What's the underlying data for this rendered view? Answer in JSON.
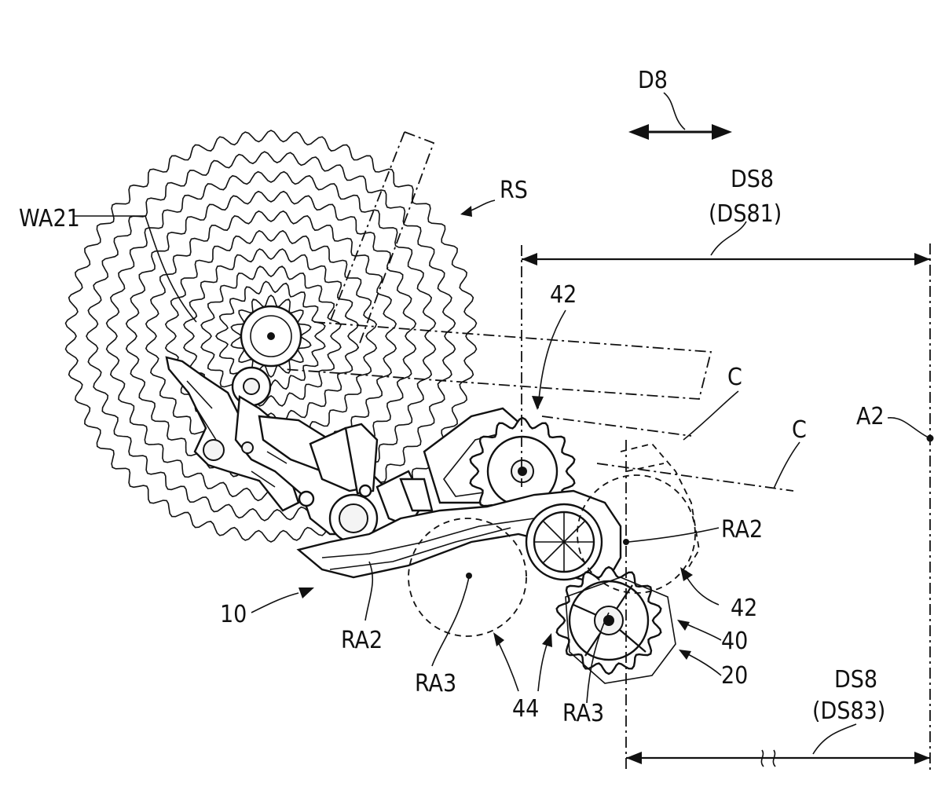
{
  "figure": {
    "labels": {
      "d8": "D8",
      "ds8_top": "DS8",
      "ds81": "(DS81)",
      "rs": "RS",
      "wa21": "WA21",
      "n42_top": "42",
      "c_upper": "C",
      "c_lower": "C",
      "a2": "A2",
      "ra2_right": "RA2",
      "ra2_bottom": "RA2",
      "n10": "10",
      "ra3_left": "RA3",
      "n44": "44",
      "ra3_bottom": "RA3",
      "n42_right": "42",
      "n40": "40",
      "n20": "20",
      "ds8_bottom": "DS8",
      "ds83": "(DS83)"
    }
  }
}
